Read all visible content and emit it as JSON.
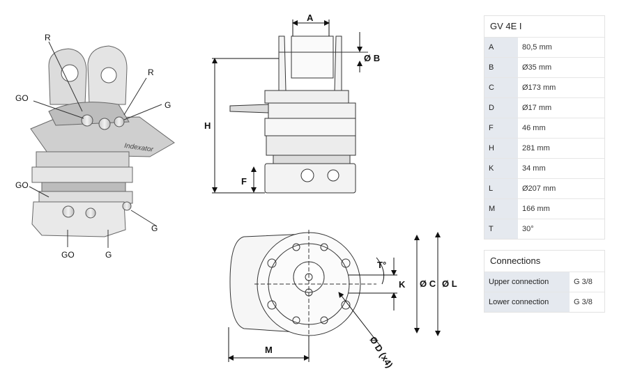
{
  "figure": {
    "iso_labels": {
      "r1": "R",
      "r2": "R",
      "go1": "GO",
      "g1": "G",
      "go2": "GO",
      "g2": "G",
      "go3": "GO",
      "g3": "G"
    },
    "side_labels": {
      "a": "A",
      "b": "Ø B",
      "h": "H",
      "f": "F"
    },
    "top_labels": {
      "t": "T°",
      "k": "K",
      "c": "Ø C",
      "l": "Ø L",
      "m": "M",
      "d": "Ø D (x4)"
    },
    "brand_mark": "Indexator"
  },
  "specs": {
    "title": "GV 4E I",
    "rows": [
      {
        "key": "A",
        "value": "80,5 mm"
      },
      {
        "key": "B",
        "value": "Ø35 mm"
      },
      {
        "key": "C",
        "value": "Ø173 mm"
      },
      {
        "key": "D",
        "value": "Ø17 mm"
      },
      {
        "key": "F",
        "value": "46 mm"
      },
      {
        "key": "H",
        "value": "281 mm"
      },
      {
        "key": "K",
        "value": "34 mm"
      },
      {
        "key": "L",
        "value": "Ø207 mm"
      },
      {
        "key": "M",
        "value": "166 mm"
      },
      {
        "key": "T",
        "value": "30°"
      }
    ]
  },
  "connections": {
    "title": "Connections",
    "rows": [
      {
        "key": "Upper connection",
        "value": "G 3/8"
      },
      {
        "key": "Lower connection",
        "value": "G 3/8"
      }
    ]
  }
}
